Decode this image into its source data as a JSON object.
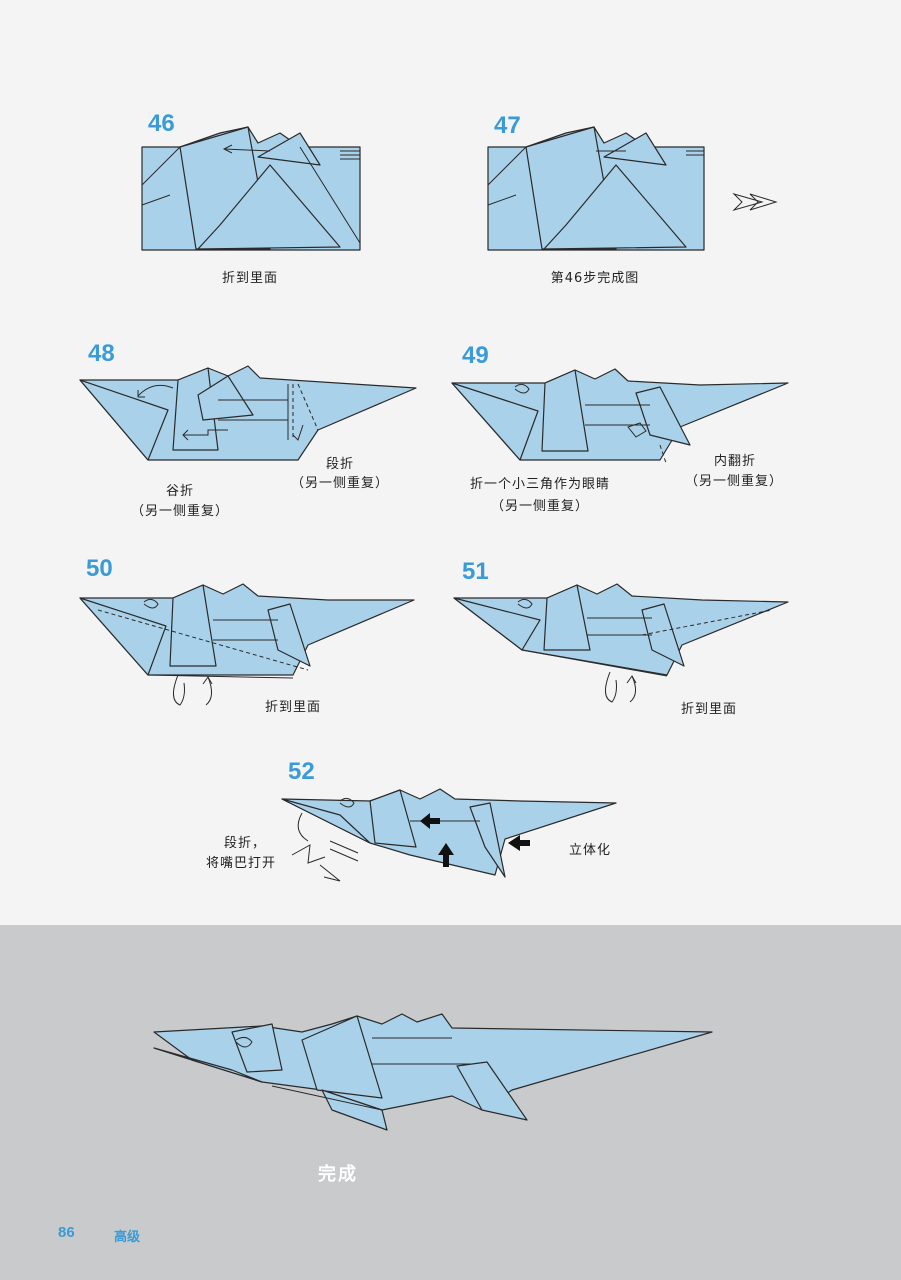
{
  "steps": [
    {
      "number": "46",
      "caption": "折到里面"
    },
    {
      "number": "47",
      "caption": "第46步完成图"
    },
    {
      "number": "48",
      "caption_a": "谷折",
      "caption_a2": "（另一侧重复）",
      "caption_b": "段折",
      "caption_b2": "（另一侧重复）"
    },
    {
      "number": "49",
      "caption_a": "折一个小三角作为眼睛",
      "caption_a2": "（另一侧重复）",
      "caption_b": "内翻折",
      "caption_b2": "（另一侧重复）"
    },
    {
      "number": "50",
      "caption": "折到里面"
    },
    {
      "number": "51",
      "caption": "折到里面"
    },
    {
      "number": "52",
      "caption_a": "段折，",
      "caption_a2": "将嘴巴打开",
      "caption_b": "立体化"
    }
  ],
  "finished": {
    "label": "完成"
  },
  "footer": {
    "page_number": "86",
    "section": "高级"
  },
  "colors": {
    "paper": "#a9d2ea",
    "accent": "#3a9bd6",
    "band": "#c9cacc"
  }
}
